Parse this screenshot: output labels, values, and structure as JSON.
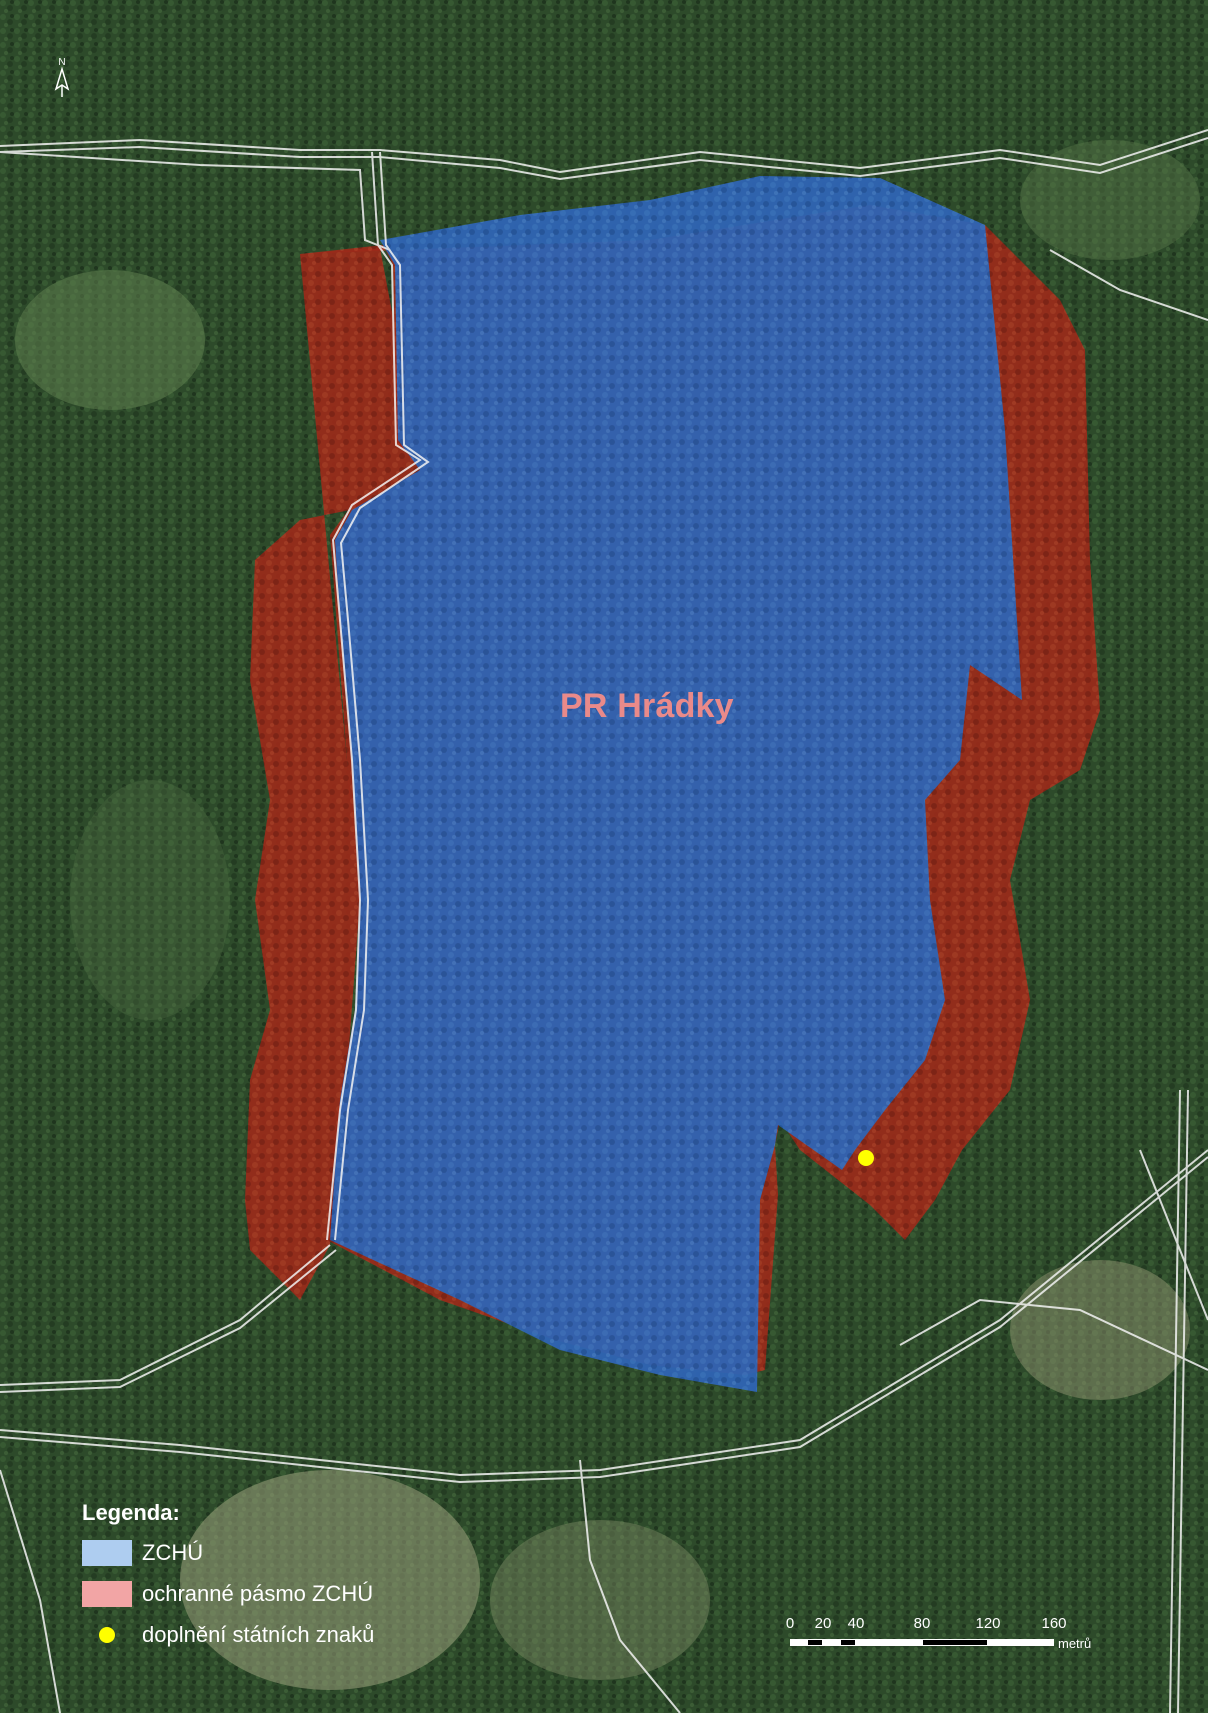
{
  "map": {
    "title": "PR Hrádky",
    "colors": {
      "zchu": "#2f64b4",
      "buffer": "#9b2a1a",
      "marker": "#ffff00",
      "forest": "#2d4a2a",
      "roads": "#f3f3f3"
    }
  },
  "legend": {
    "title": "Legenda:",
    "items": [
      {
        "label": "ZCHÚ",
        "symbol": "blue-swatch"
      },
      {
        "label": "ochranné pásmo ZCHÚ",
        "symbol": "red-swatch"
      },
      {
        "label": "doplnění státních znaků",
        "symbol": "yellow-dot"
      }
    ]
  },
  "scalebar": {
    "ticks": [
      "0",
      "20",
      "40",
      "80",
      "120",
      "160"
    ],
    "unit": "metrů"
  },
  "north_arrow": {
    "letter": "N",
    "icon": "north-arrow-icon"
  }
}
